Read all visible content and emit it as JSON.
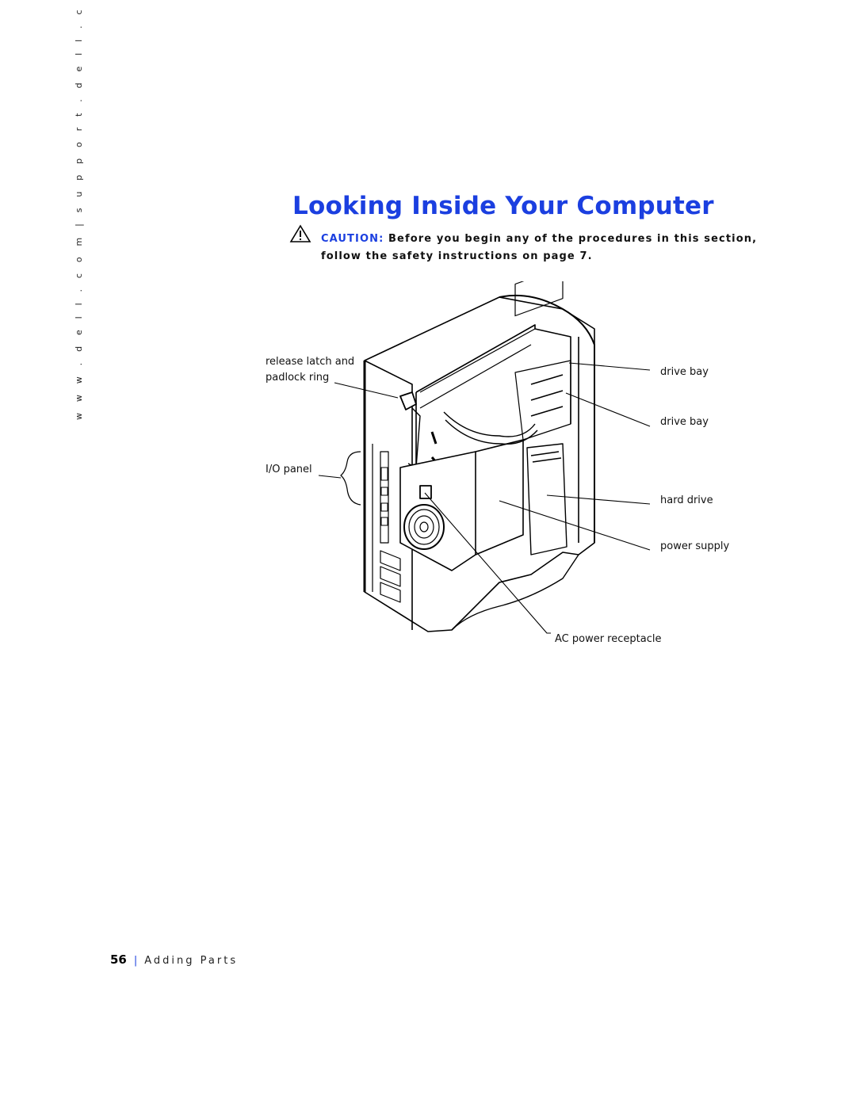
{
  "side_url": "w w w . d e l l . c o m   |   s u p p o r t . d e l l . c o m",
  "title": "Looking Inside Your Computer",
  "caution": {
    "label": "CAUTION:",
    "text": "Before you begin any of the procedures in this section, follow the safety instructions on page 7."
  },
  "figure": {
    "callouts": {
      "release_latch_line1": "release latch and",
      "release_latch_line2": "padlock ring",
      "io_panel": "I/O panel",
      "drive_bay_1": "drive bay",
      "drive_bay_2": "drive bay",
      "hard_drive": "hard drive",
      "power_supply": "power supply",
      "ac_power": "AC power receptacle"
    }
  },
  "footer": {
    "page_number": "56",
    "section": "Adding Parts"
  },
  "colors": {
    "accent": "#1b3fe0"
  },
  "icons": {
    "caution": "caution-triangle-icon"
  }
}
